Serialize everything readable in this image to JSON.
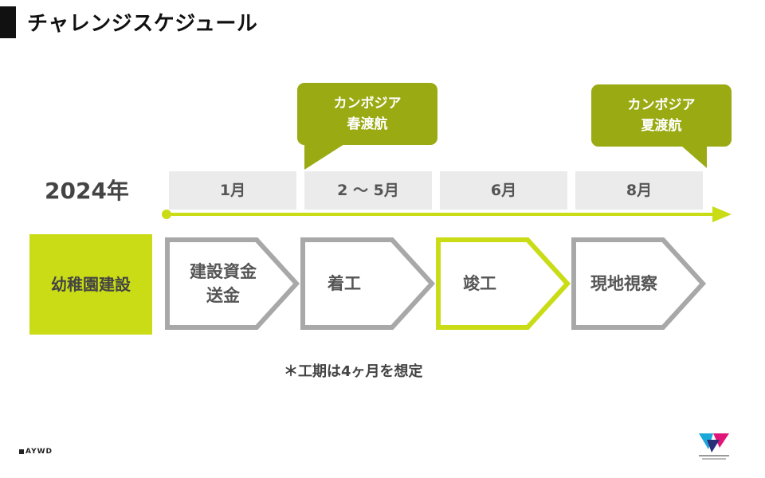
{
  "header": {
    "title": "チャレンジスケジュール"
  },
  "callouts": [
    {
      "line1": "カンボジア",
      "line2": "春渡航"
    },
    {
      "line1": "カンボジア",
      "line2": "夏渡航"
    }
  ],
  "timeline": {
    "year": "2024年",
    "months": [
      "1月",
      "2 ～ 5月",
      "6月",
      "8月"
    ]
  },
  "phase": {
    "label": "幼稚園建設"
  },
  "steps": [
    {
      "line1": "建設資金",
      "line2": "送金"
    },
    {
      "label": "着工"
    },
    {
      "label": "竣工"
    },
    {
      "label": "現地視察"
    }
  ],
  "note": "＊工期は4ヶ月を想定",
  "footer": {
    "brand": "AYWD"
  },
  "colors": {
    "olive": "#9aaa12",
    "lime": "#c9dc16",
    "arrow_gray": "#a8a8a8",
    "month_bg": "#ebebeb"
  }
}
